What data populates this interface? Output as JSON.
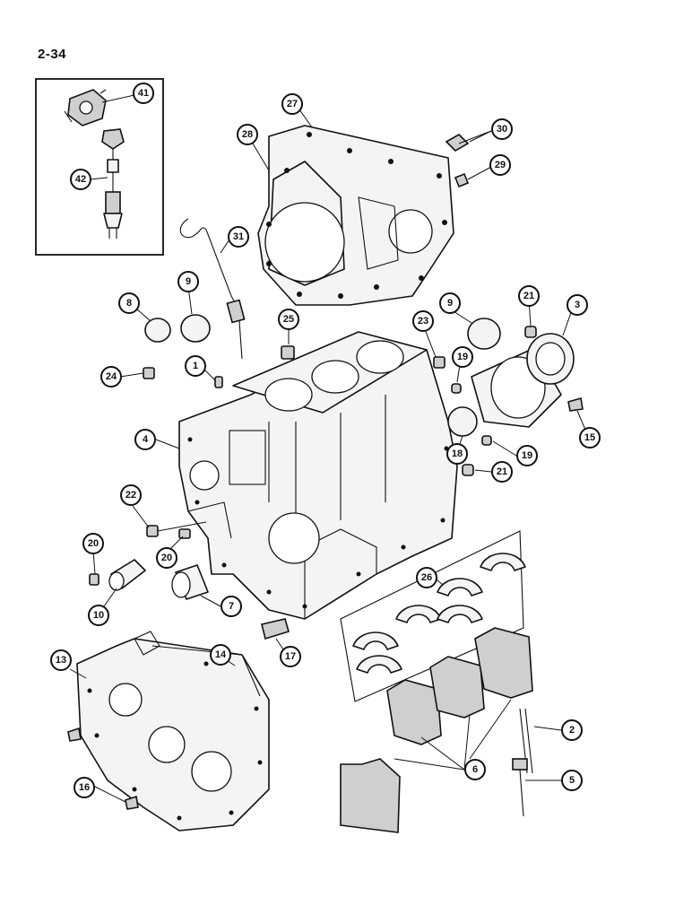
{
  "page_number": "2-34",
  "callouts": [
    {
      "id": "c41",
      "label": "41"
    },
    {
      "id": "c42",
      "label": "42"
    },
    {
      "id": "c27",
      "label": "27"
    },
    {
      "id": "c28",
      "label": "28"
    },
    {
      "id": "c30",
      "label": "30"
    },
    {
      "id": "c29",
      "label": "29"
    },
    {
      "id": "c31",
      "label": "31"
    },
    {
      "id": "c8",
      "label": "8"
    },
    {
      "id": "c9a",
      "label": "9"
    },
    {
      "id": "c25",
      "label": "25"
    },
    {
      "id": "c9b",
      "label": "9"
    },
    {
      "id": "c23",
      "label": "23"
    },
    {
      "id": "c21a",
      "label": "21"
    },
    {
      "id": "c3",
      "label": "3"
    },
    {
      "id": "c24",
      "label": "24"
    },
    {
      "id": "c1",
      "label": "1"
    },
    {
      "id": "c19a",
      "label": "19"
    },
    {
      "id": "c4",
      "label": "4"
    },
    {
      "id": "c18",
      "label": "18"
    },
    {
      "id": "c19b",
      "label": "19"
    },
    {
      "id": "c15",
      "label": "15"
    },
    {
      "id": "c21b",
      "label": "21"
    },
    {
      "id": "c22",
      "label": "22"
    },
    {
      "id": "c20a",
      "label": "20"
    },
    {
      "id": "c20b",
      "label": "20"
    },
    {
      "id": "c26",
      "label": "26"
    },
    {
      "id": "c10",
      "label": "10"
    },
    {
      "id": "c7",
      "label": "7"
    },
    {
      "id": "c17",
      "label": "17"
    },
    {
      "id": "c13",
      "label": "13"
    },
    {
      "id": "c14",
      "label": "14"
    },
    {
      "id": "c2",
      "label": "2"
    },
    {
      "id": "c6",
      "label": "6"
    },
    {
      "id": "c16",
      "label": "16"
    },
    {
      "id": "c5",
      "label": "5"
    }
  ]
}
